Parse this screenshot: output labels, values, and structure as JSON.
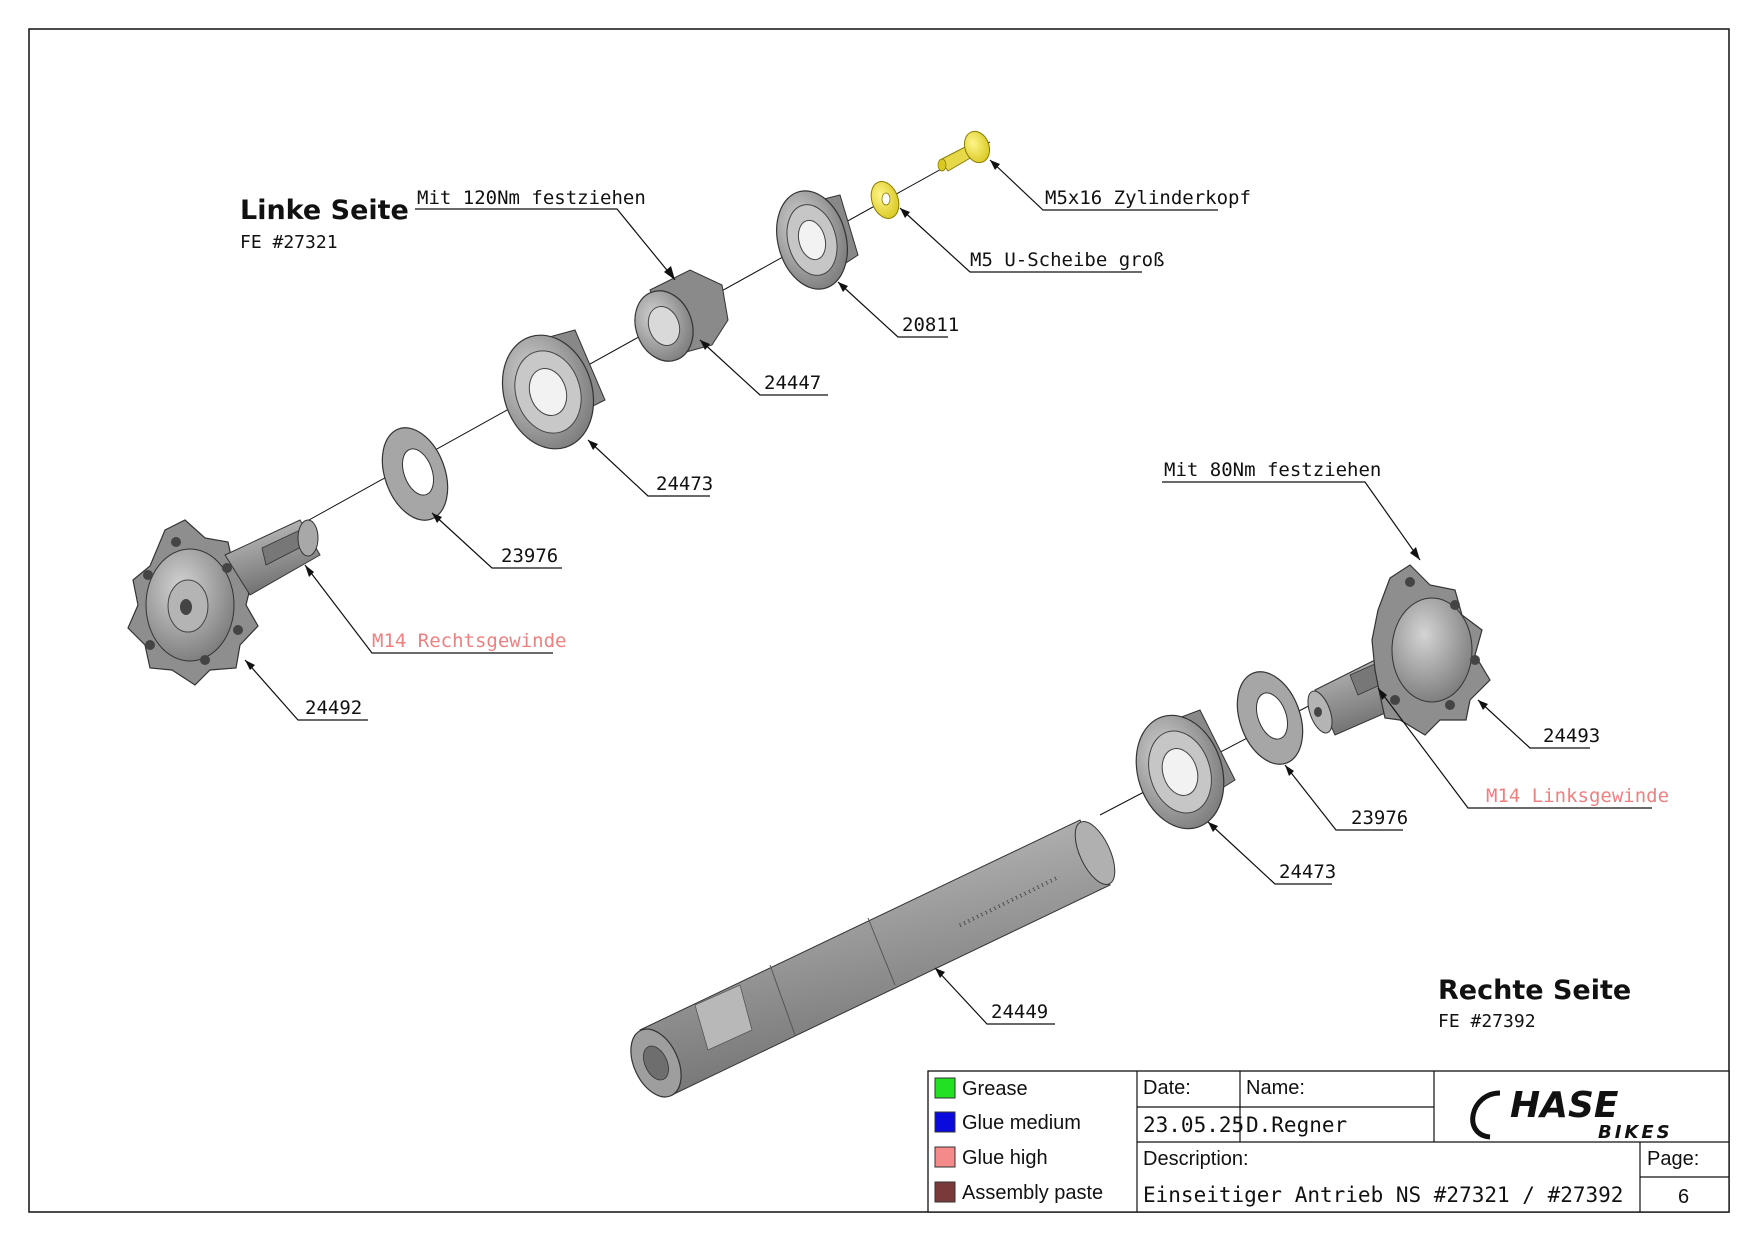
{
  "left_side": {
    "title": "Linke Seite",
    "fe": "FE #27321"
  },
  "right_side": {
    "title": "Rechte Seite",
    "fe": "FE #27392"
  },
  "callouts": {
    "torque_left": "Mit 120Nm festziehen",
    "screw": "M5x16 Zylinderkopf",
    "washer_m5": "M5 U-Scheibe groß",
    "bearing_20811": "20811",
    "nut_24447": "24447",
    "bearing_24473_left": "24473",
    "washer_23976_left": "23976",
    "thread_left": "M14 Rechtsgewinde",
    "flange_24492": "24492",
    "torque_right": "Mit 80Nm festziehen",
    "flange_24493": "24493",
    "thread_right": "M14 Linksgewinde",
    "washer_23976_right": "23976",
    "bearing_24473_right": "24473",
    "axle_24449": "24449"
  },
  "legend": [
    {
      "label": "Grease",
      "color": "#22e022"
    },
    {
      "label": "Glue medium",
      "color": "#0a0adc"
    },
    {
      "label": "Glue high",
      "color": "#f48a8a"
    },
    {
      "label": "Assembly paste",
      "color": "#7a3a3a"
    }
  ],
  "title_block": {
    "date_label": "Date:",
    "date_value": "23.05.25",
    "name_label": "Name:",
    "name_value": "D.Regner",
    "description_label": "Description:",
    "description_value": "Einseitiger Antrieb NS #27321 / #27392",
    "page_label": "Page:",
    "page_value": "6",
    "logo_text": "HASE",
    "logo_sub": "BIKES"
  },
  "colors": {
    "thread_label": "#f08080",
    "screw": "#f2e436",
    "part_gray": "#9a9a9a"
  }
}
